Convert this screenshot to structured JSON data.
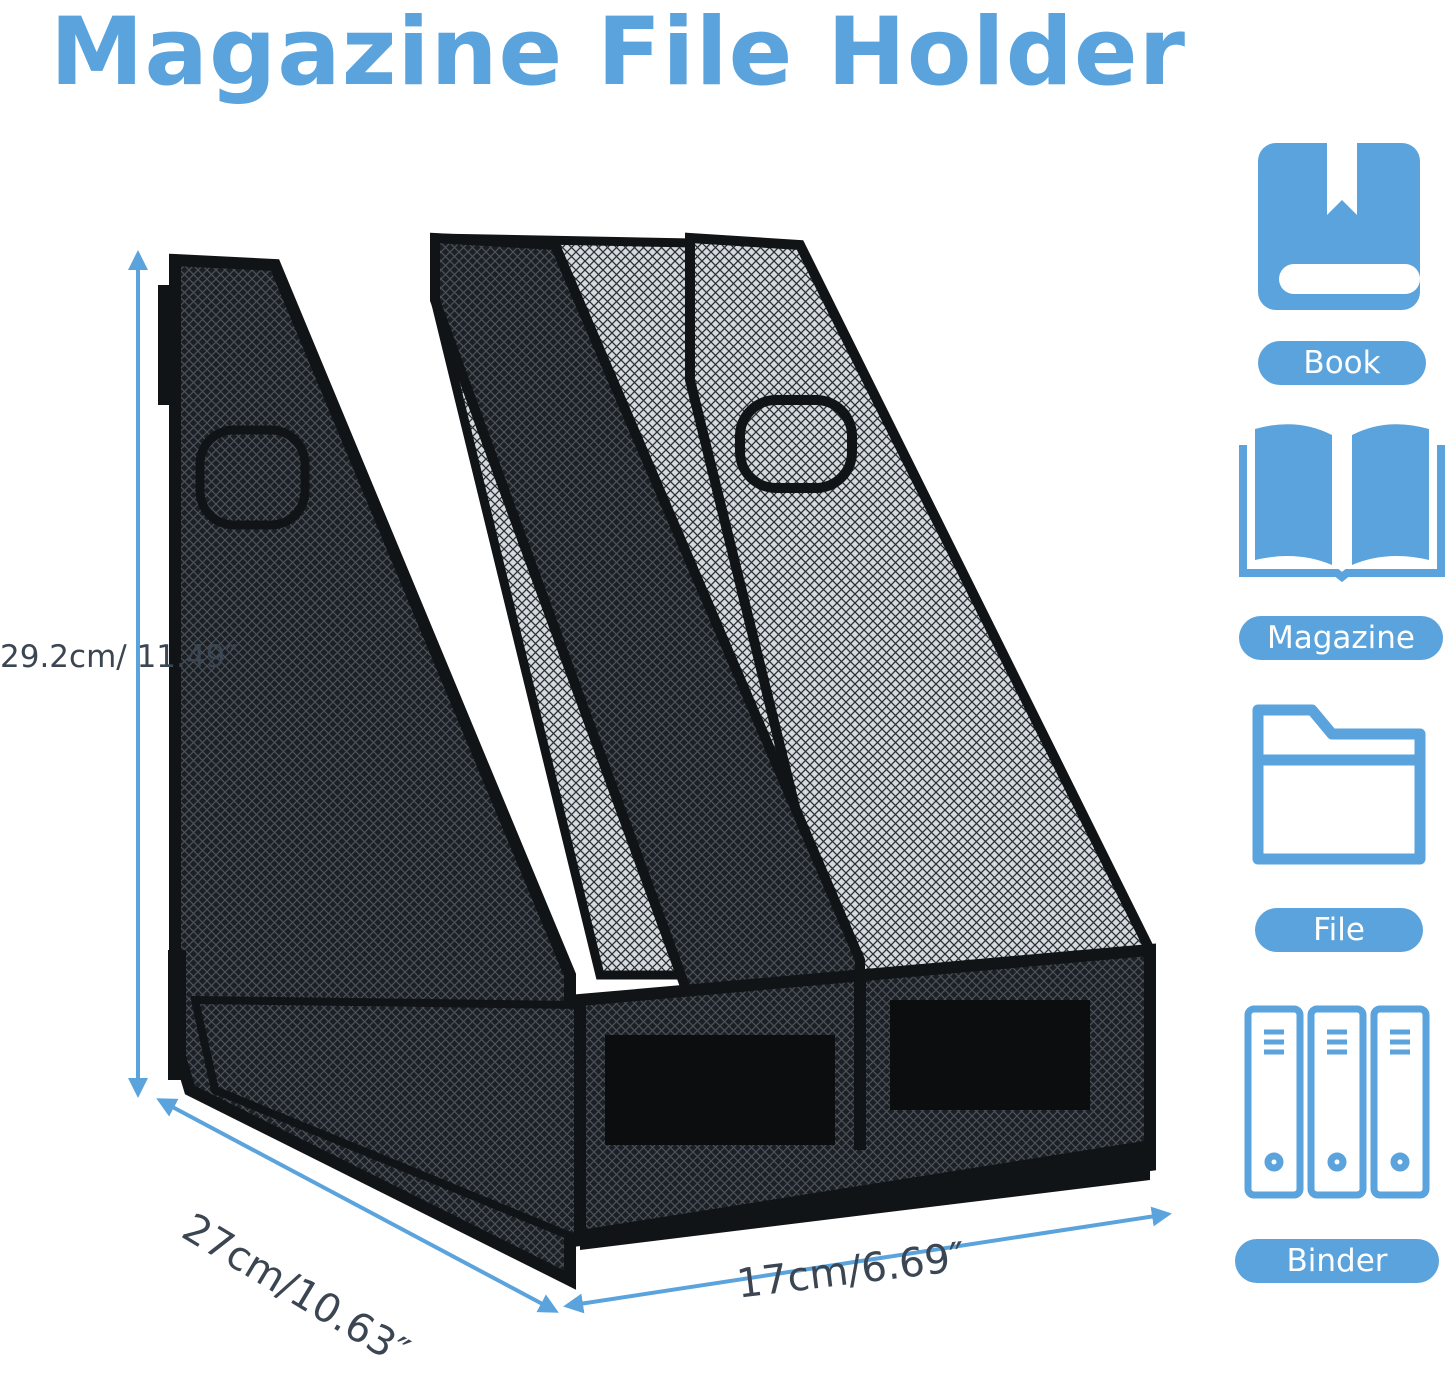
{
  "title": "Magazine File Holder",
  "colors": {
    "accent": "#5aa3dc",
    "product": "#111417",
    "dimension_line": "#5aa3dc",
    "dimension_text": "#3b4652"
  },
  "dimensions": {
    "height": "29.2cm/ 11.49″",
    "depth": "27cm/10.63″",
    "width": "17cm/6.69″"
  },
  "categories": [
    {
      "label": "Book",
      "icon": "book-icon"
    },
    {
      "label": "Magazine",
      "icon": "open-book-icon"
    },
    {
      "label": "File",
      "icon": "folder-icon"
    },
    {
      "label": "Binder",
      "icon": "binder-icon"
    }
  ]
}
